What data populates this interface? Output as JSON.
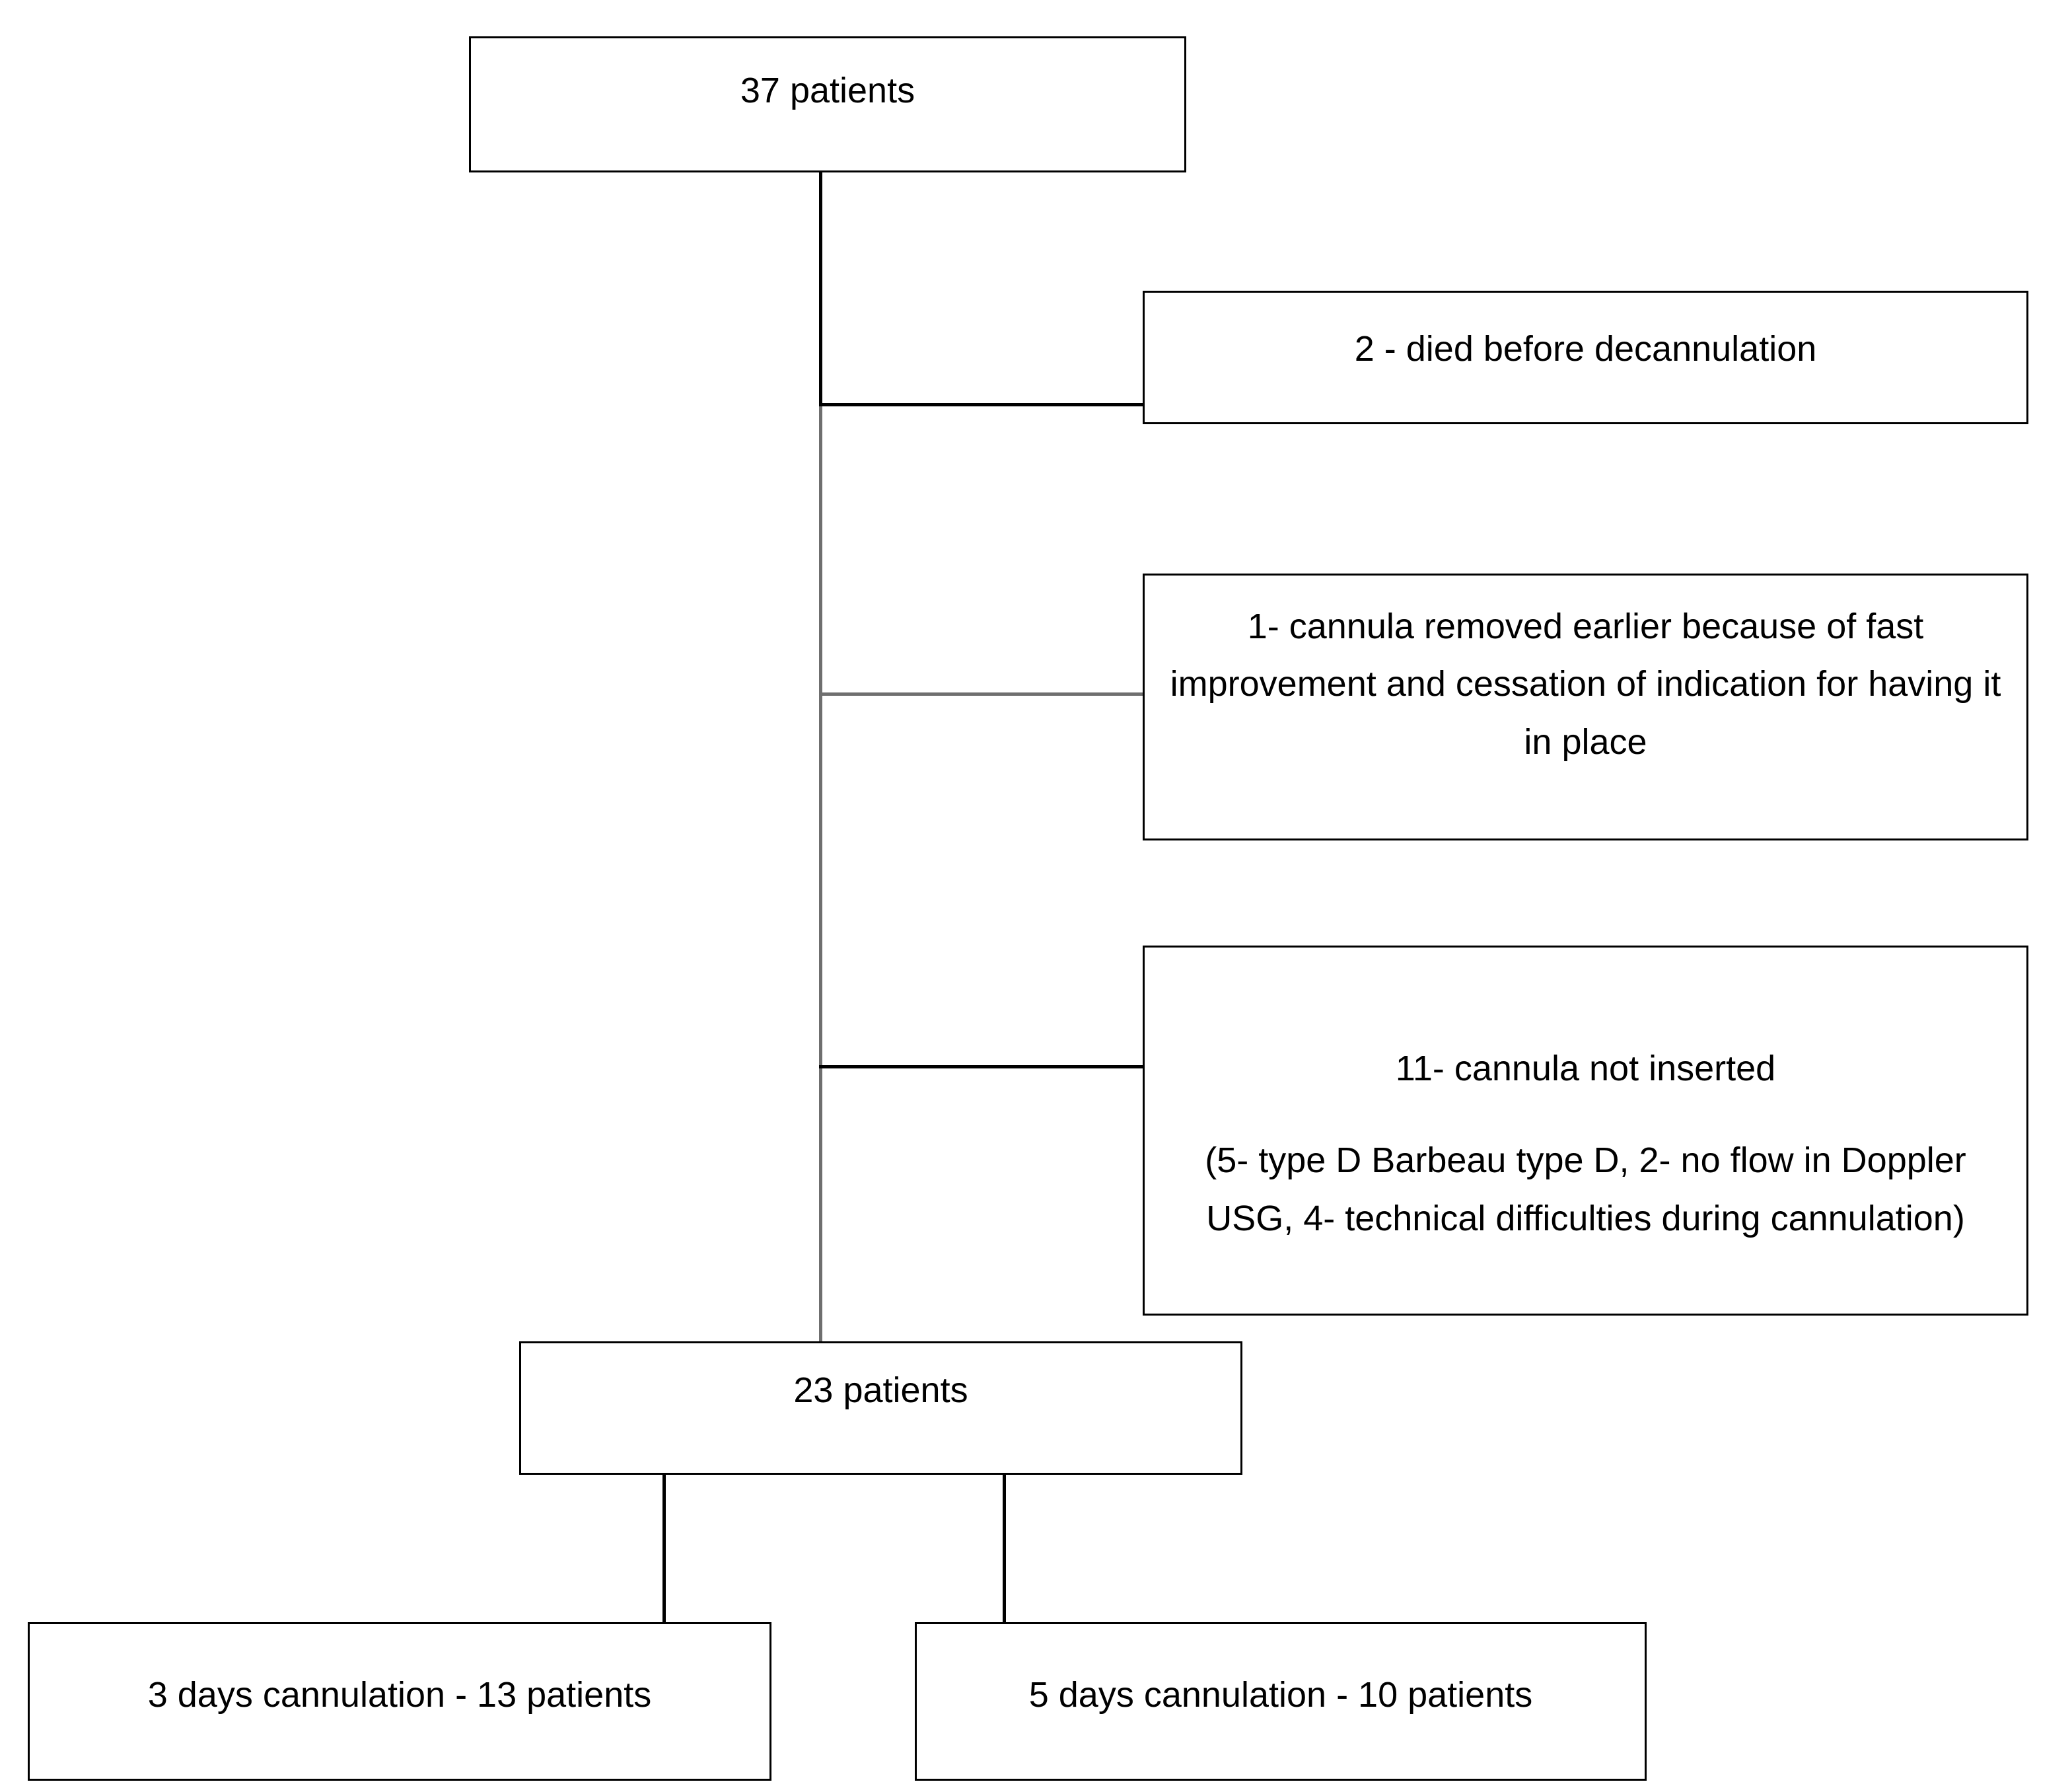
{
  "diagram": {
    "type": "patient-flow-diagram",
    "nodes": {
      "total_patients": {
        "label": "37 patients",
        "count": 37
      },
      "died_before_decannulation": {
        "label": "2 - died before decannulation",
        "count": 2
      },
      "cannula_removed_early": {
        "label": "1- cannula removed earlier because of fast improvement and cessation of indication for having it in place",
        "count": 1
      },
      "cannula_not_inserted": {
        "label": "11- cannula not inserted",
        "detail": "(5- type D Barbeau type D, 2- no flow in Doppler USG, 4- technical difficulties during cannulation)",
        "count": 11
      },
      "included_patients": {
        "label": "23 patients",
        "count": 23
      },
      "arm_3_days": {
        "label": "3 days cannulation - 13 patients",
        "count": 13
      },
      "arm_5_days": {
        "label": "5 days cannulation - 10 patients",
        "count": 10
      }
    },
    "colors": {
      "box_border": "#000000",
      "connector": "#000000",
      "connector_soft": "#6f6f6f",
      "background": "#ffffff",
      "text": "#000000"
    }
  }
}
